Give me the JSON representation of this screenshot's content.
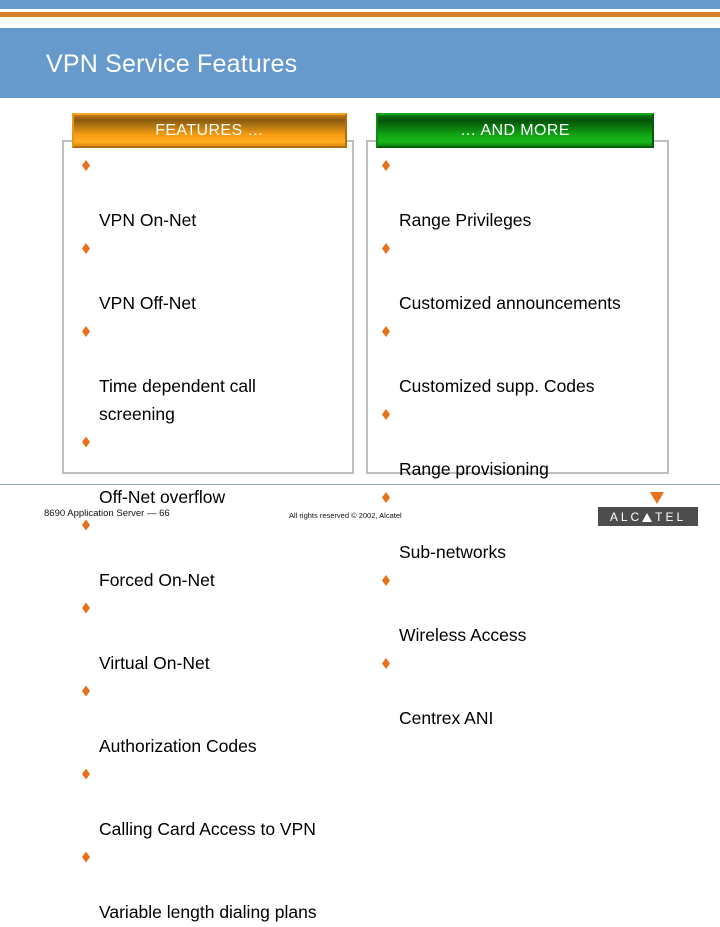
{
  "slide": {
    "title": "VPN Service Features",
    "accent_blue": "#6699cc",
    "accent_orange": "#d87f2a"
  },
  "columns": [
    {
      "header": "FEATURES …",
      "header_color": "#f59a10",
      "bullet_color": "#e8701a",
      "items": [
        "VPN On-Net",
        "VPN Off-Net",
        "Time dependent call\nscreening",
        "Off-Net overflow",
        "Forced On-Net",
        "Virtual On-Net",
        "Authorization Codes",
        "Calling Card Access to VPN",
        "Variable length dialing plans"
      ]
    },
    {
      "header": "… AND MORE",
      "header_color": "#11a215",
      "bullet_color": "#e8701a",
      "items": [
        "Range Privileges",
        "Customized announcements",
        "Customized supp. Codes",
        "Range provisioning",
        "Sub-networks",
        "Wireless Access",
        "Centrex ANI"
      ]
    }
  ],
  "footer": {
    "left": "8690 Application Server — 66",
    "center": "All rights reserved © 2002, Alcatel",
    "logo": {
      "text_before": "ALC",
      "text_after": "TEL",
      "triangle_color": "#e8701a",
      "bar_color": "#4d4d4d"
    }
  }
}
